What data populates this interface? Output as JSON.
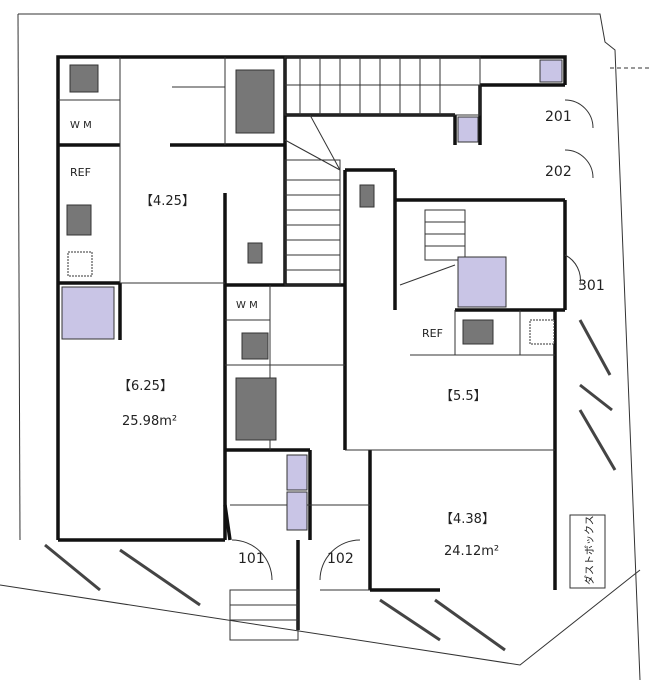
{
  "rooms": {
    "r1_top_left": {
      "label": "【4.25】"
    },
    "r1_bottom_left": {
      "label": "【6.25】",
      "area": "25.98m²"
    },
    "r_right_mid": {
      "label": "【5.5】"
    },
    "r_right_bottom": {
      "label": "【4.38】",
      "area": "24.12m²"
    }
  },
  "fixtures": {
    "wm": "W M",
    "ref": "REF"
  },
  "units": [
    "201",
    "202",
    "301",
    "101",
    "102"
  ],
  "dust_box": "ダストボックス",
  "colors": {
    "pillar": "#c9c5e6",
    "appliance": "#777777"
  }
}
